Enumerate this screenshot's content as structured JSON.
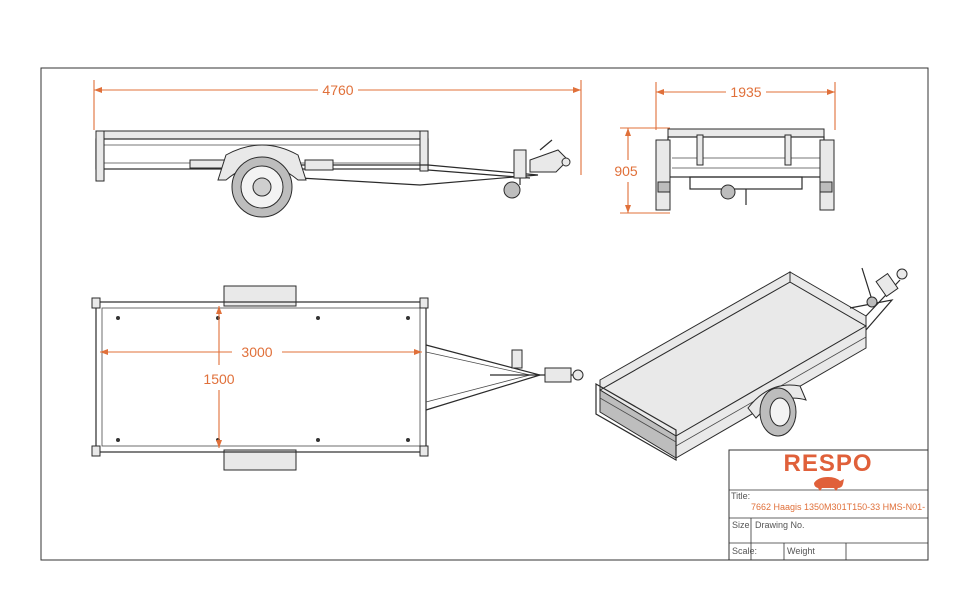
{
  "drawing": {
    "dimensions": {
      "side_length": "4760",
      "rear_width": "1935",
      "rear_height": "905",
      "top_box_length": "3000",
      "top_box_width": "1500"
    },
    "colors": {
      "dimension": "#e0703a",
      "logo": "#e0603a",
      "line": "#2b2b2b"
    }
  },
  "title_block": {
    "logo_text": "RESPO",
    "logo_icon": "bull-icon",
    "title_label": "Title:",
    "title_value": "7662 Haagis 1350M301T150-33 HMS-N01-",
    "size_label": "Size",
    "drawing_no_label": "Drawing No.",
    "scale_label": "Scale:",
    "weight_label": "Weight"
  }
}
